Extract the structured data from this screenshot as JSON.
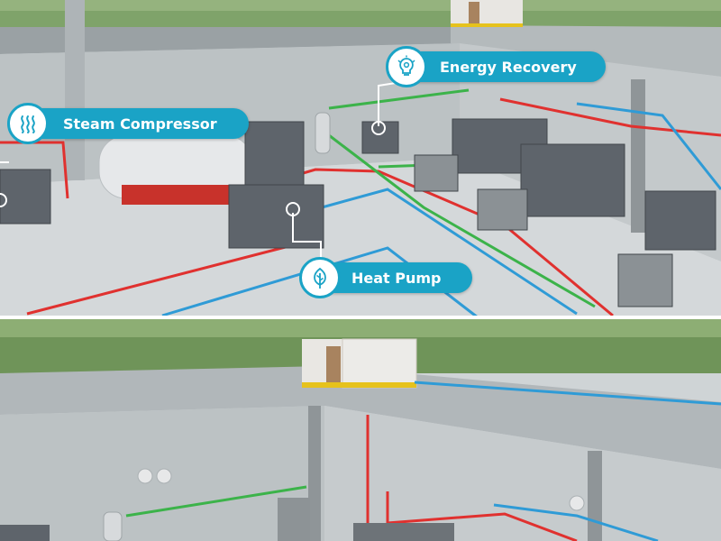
{
  "callouts": {
    "steam_compressor": {
      "label": "Steam Compressor",
      "icon": "steam-icon"
    },
    "energy_recovery": {
      "label": "Energy Recovery",
      "icon": "lightbulb-gear-icon"
    },
    "heat_pump": {
      "label": "Heat Pump",
      "icon": "leaf-icon"
    }
  },
  "colors": {
    "accent": "#1aa3c6",
    "pipe_red": "#e0312f",
    "pipe_blue": "#2f9bd6",
    "pipe_green": "#3cb34a",
    "machine": "#5e646b",
    "floor": "#d3d7d9",
    "wall": "#bfc5c7"
  }
}
